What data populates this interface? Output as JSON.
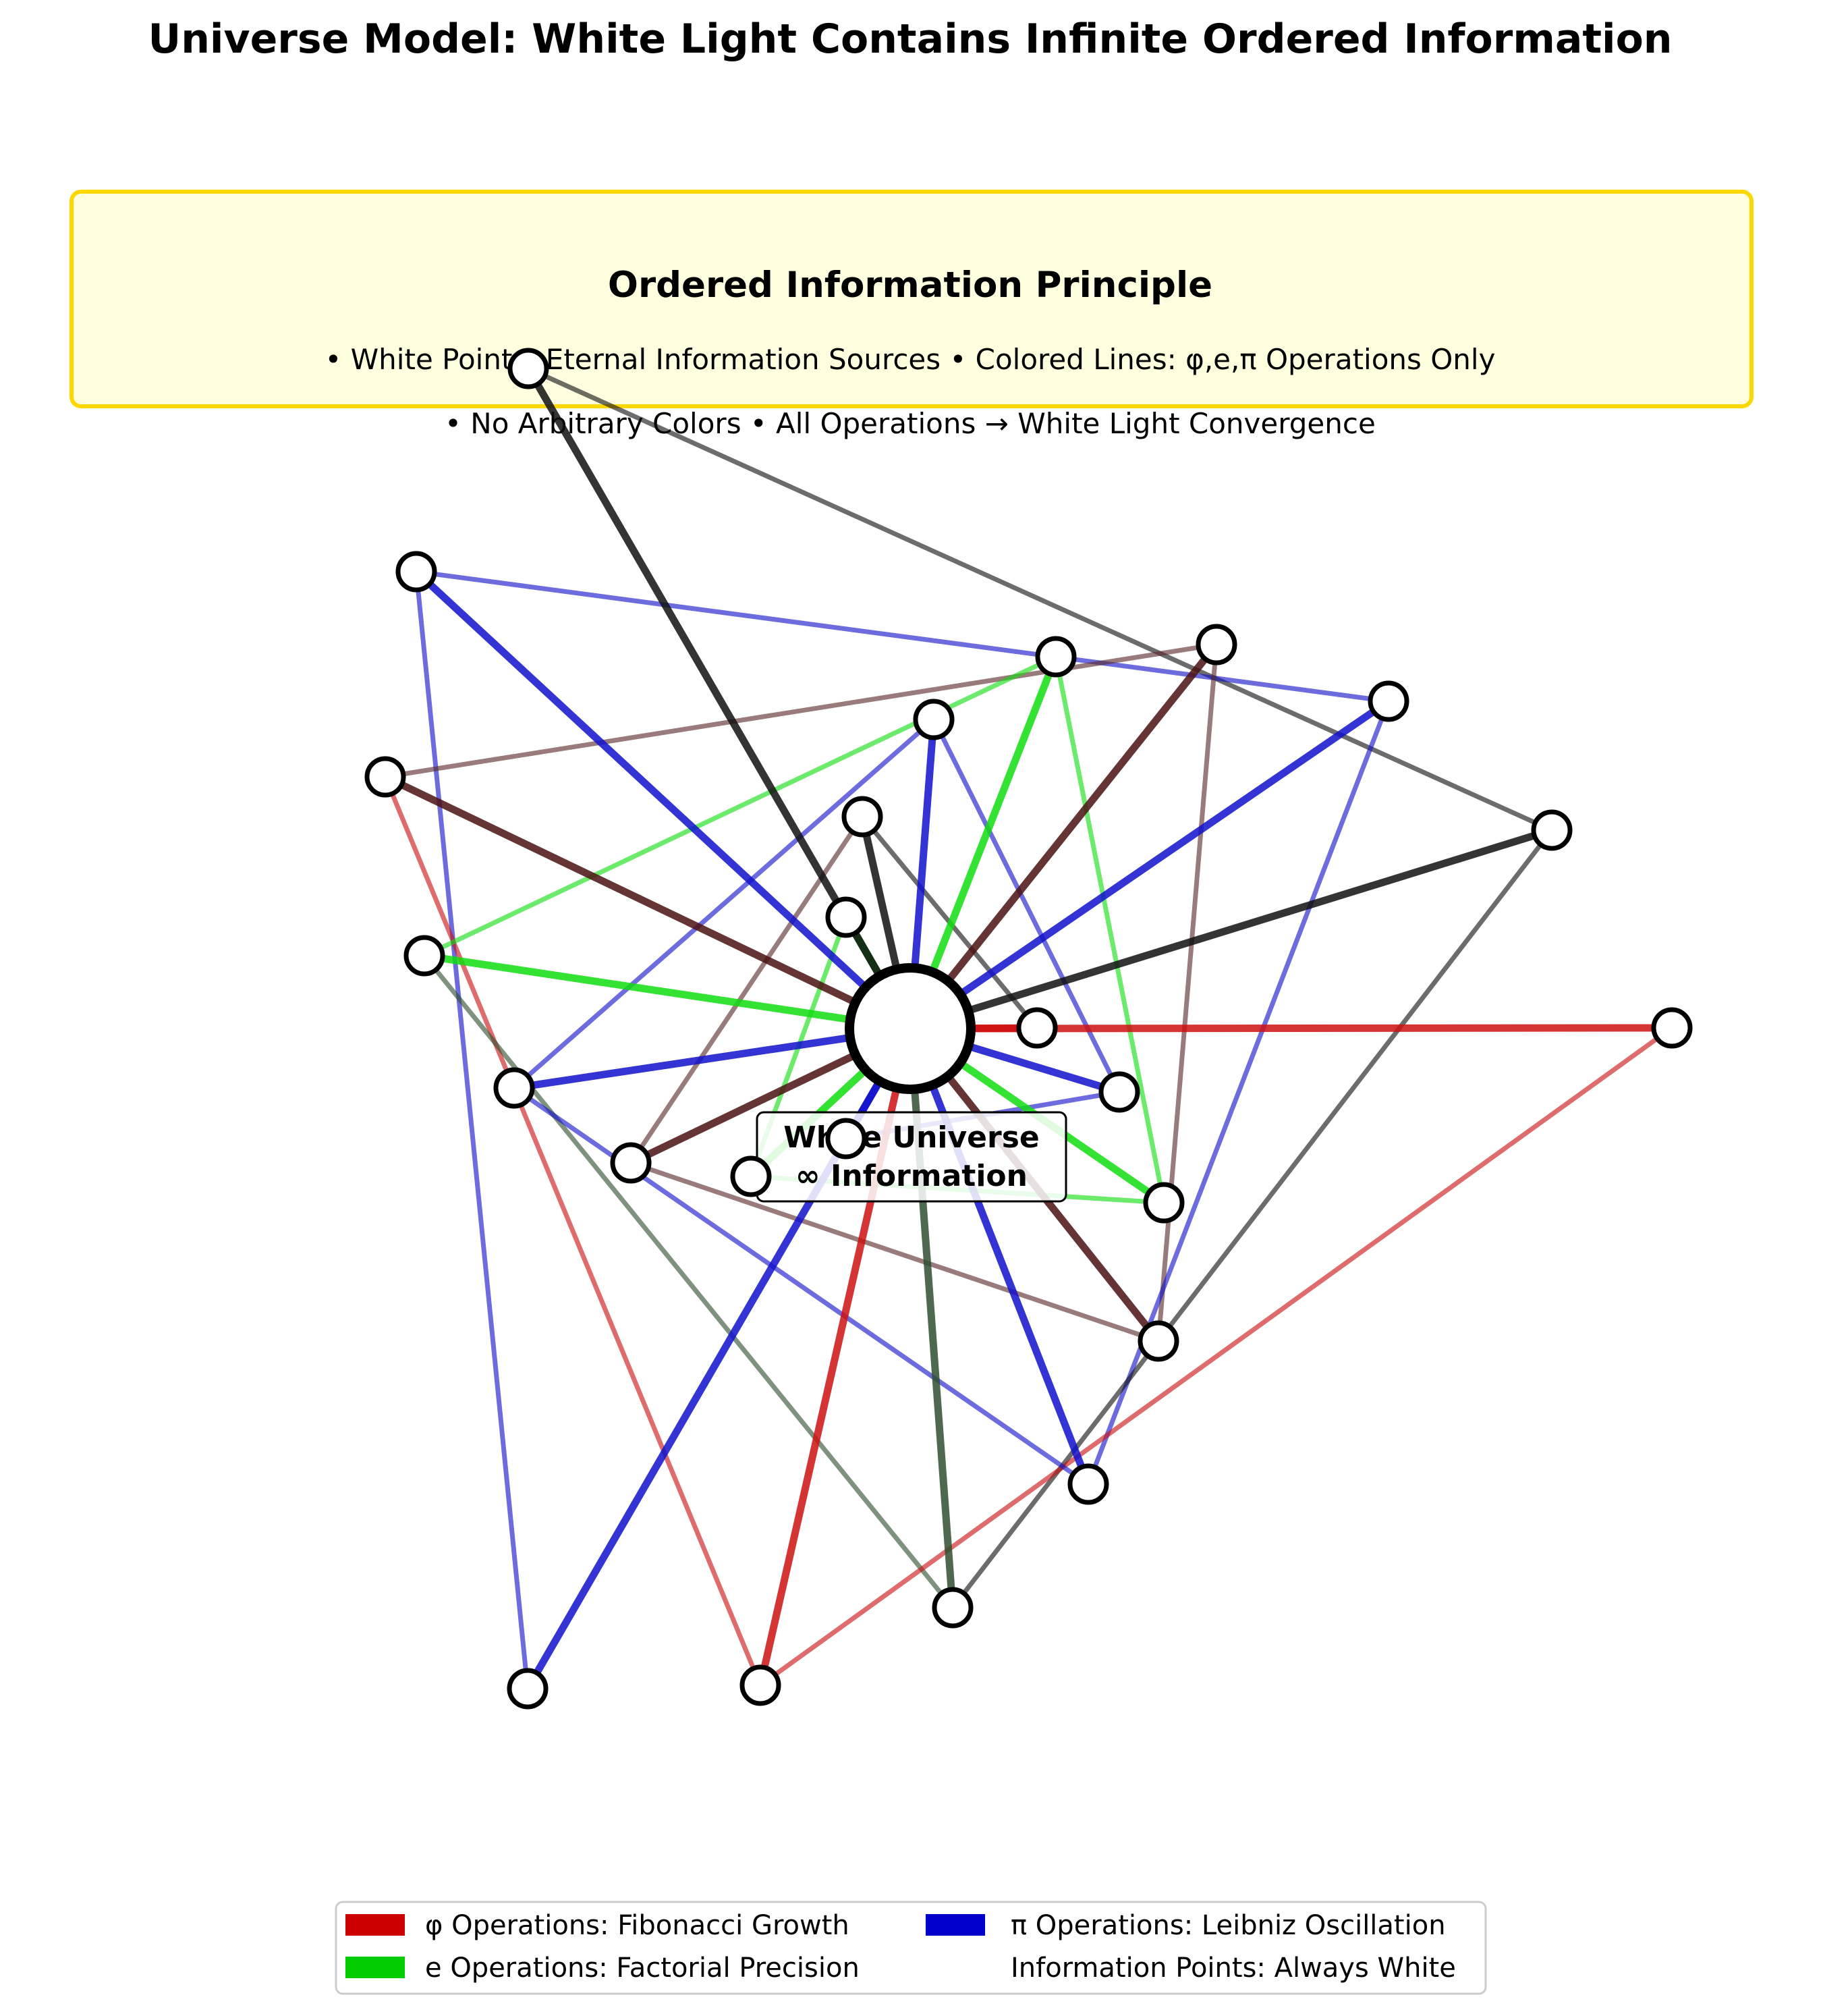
{
  "title": "Universe Model: White Light Contains Infinite Ordered Information",
  "principle": {
    "heading": "Ordered Information Principle",
    "line1": "• White Points: Eternal Information Sources  • Colored Lines: φ,e,π Operations Only",
    "line2": "• No Arbitrary Colors  • All Operations → White Light Convergence",
    "box_fill": "#ffffe0",
    "box_border": "#ffd700"
  },
  "center": {
    "line1": "White Universe",
    "line2": "∞ Information"
  },
  "legend": {
    "phi": {
      "label": "φ Operations: Fibonacci Growth",
      "color": "#cc0000"
    },
    "pi": {
      "label": "π Operations: Leibniz Oscillation",
      "color": "#0000cc"
    },
    "e": {
      "label": "e Operations: Factorial Precision",
      "color": "#00cc00"
    },
    "points": {
      "label": "Information Points: Always White",
      "color": "#ffffff"
    }
  },
  "colors": {
    "phi": "#cc1111",
    "e": "#11dd11",
    "pi": "#1111cc",
    "dark": "#111111",
    "darkred": "#4a1010",
    "darkgreen": "#0f2f0f",
    "mixed_redgreen": "#5a2a2a",
    "greygreen": "#2f4f2f"
  }
}
